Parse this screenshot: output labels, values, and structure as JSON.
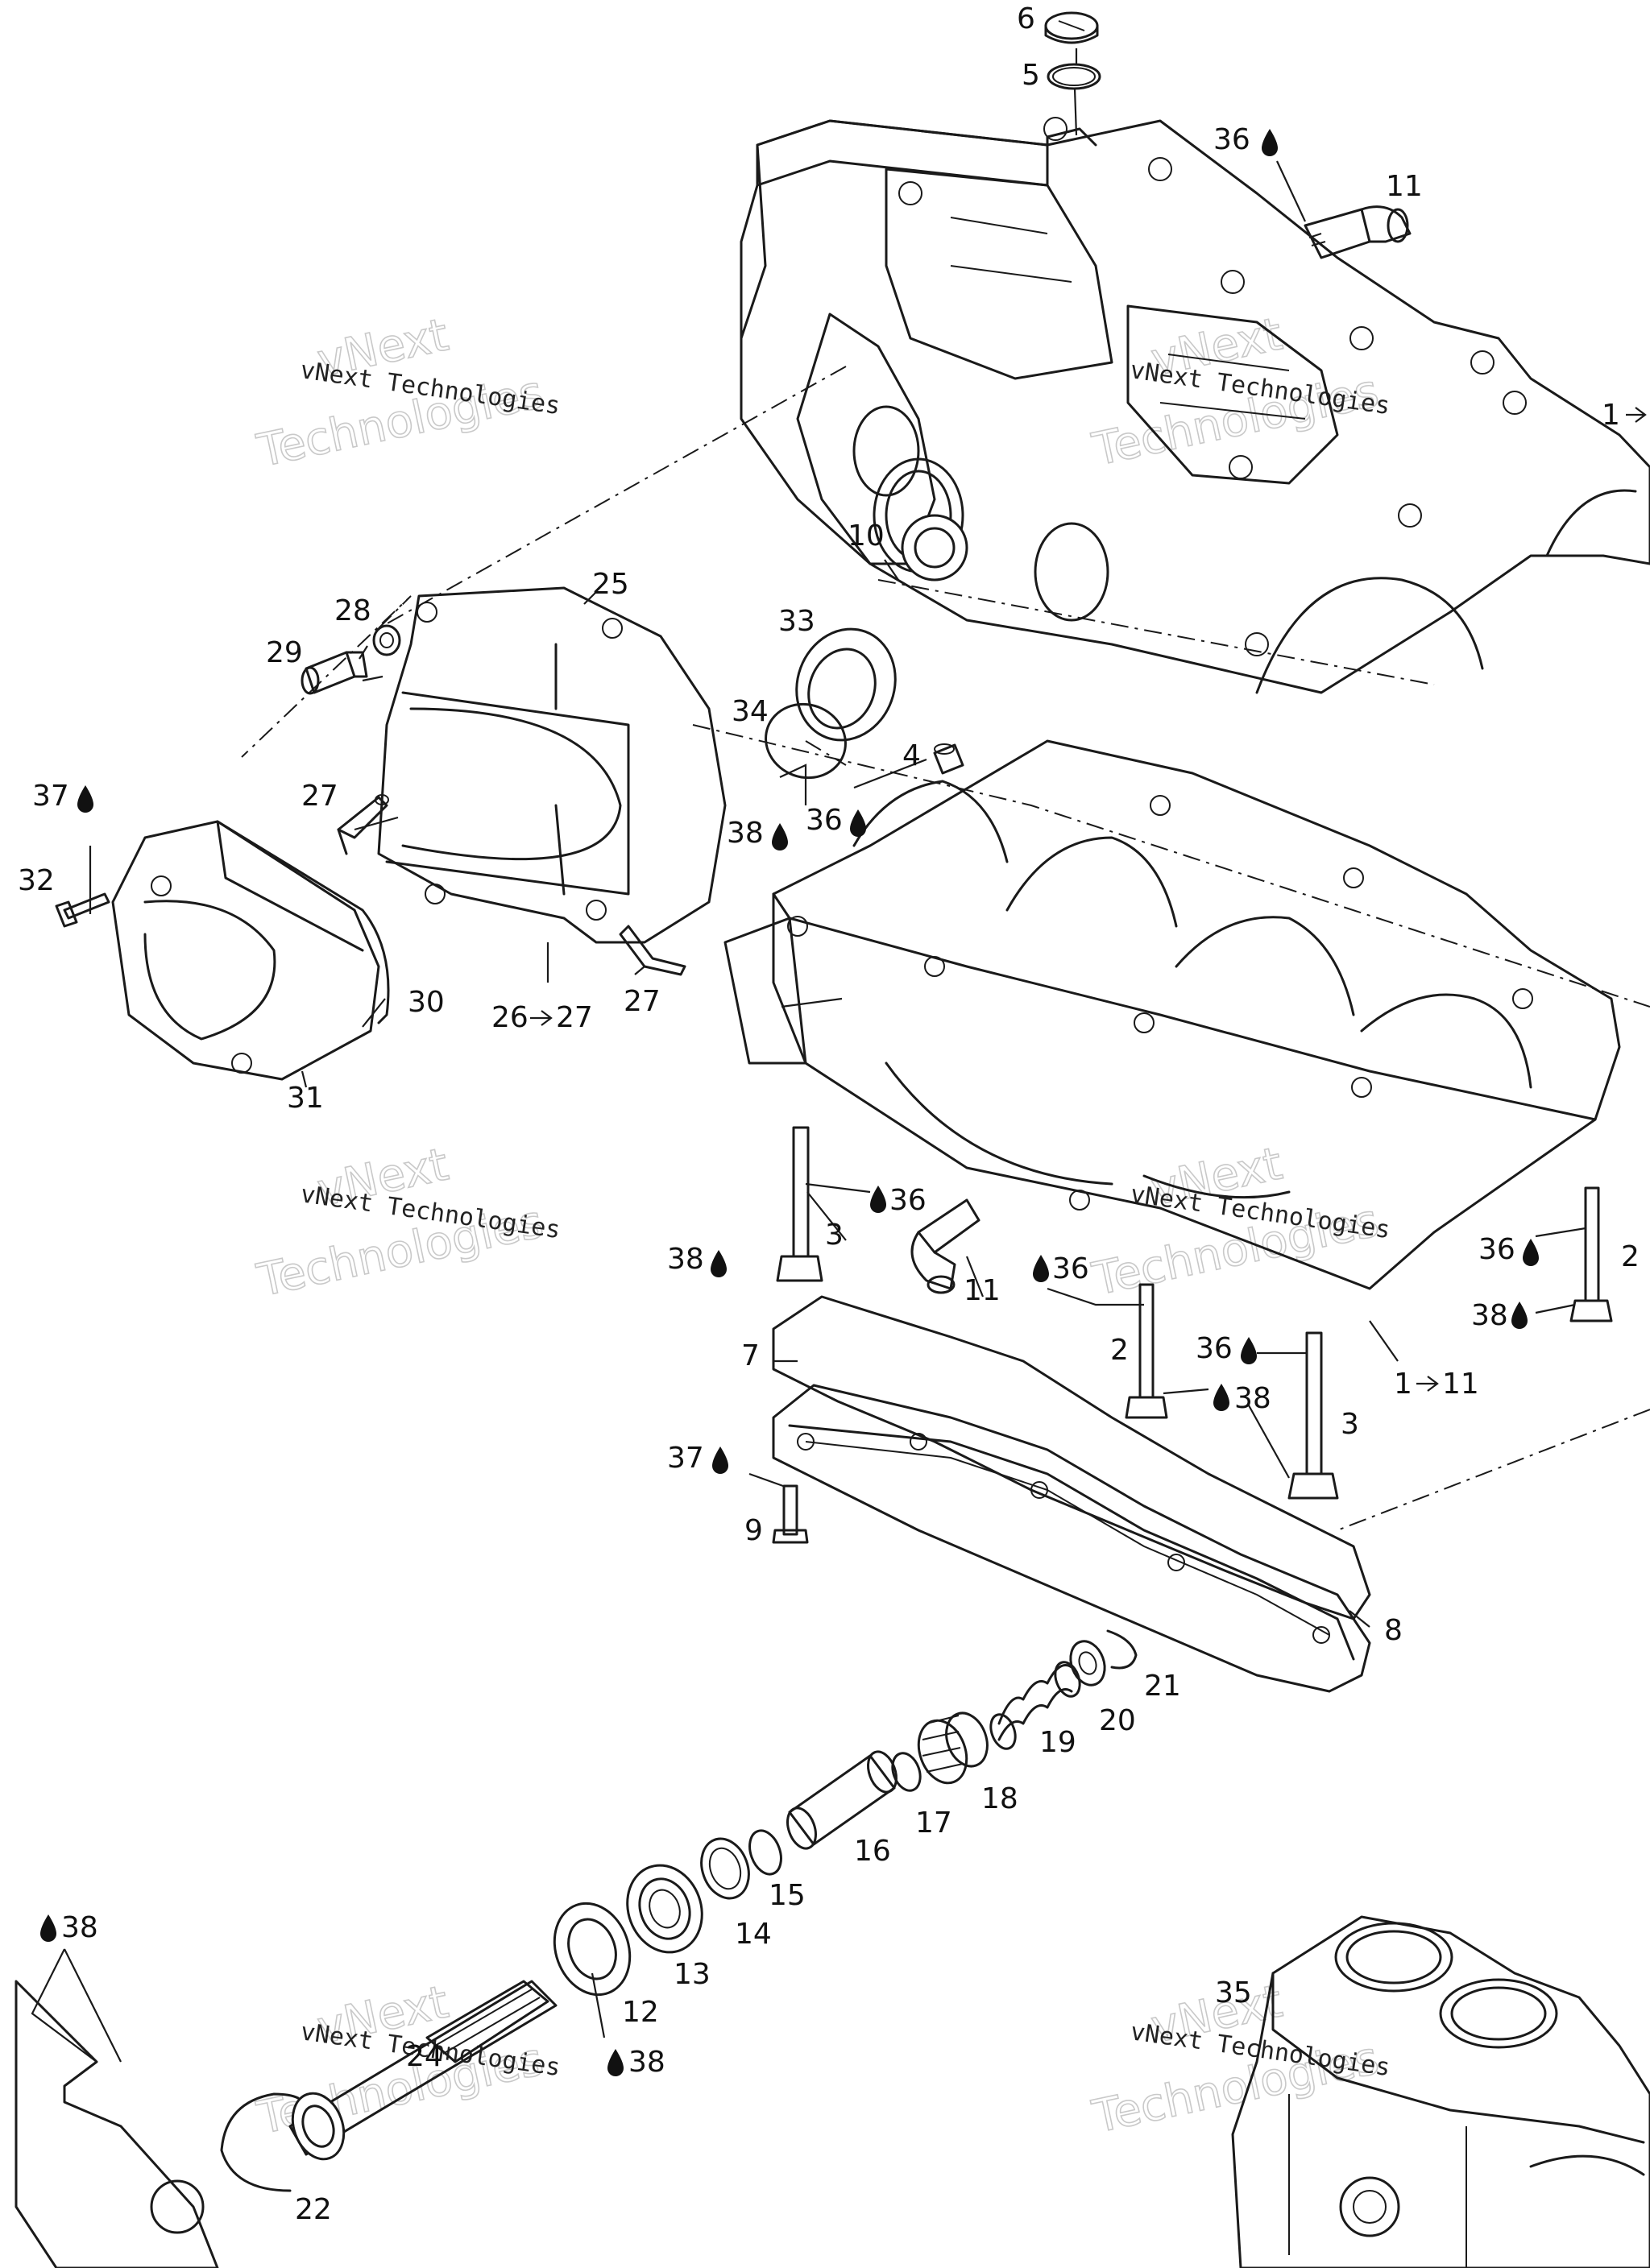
{
  "watermark": {
    "line_small": "vNext Technologies",
    "line_big_1": "vNext",
    "line_big_2": "Technologies"
  },
  "callouts": [
    {
      "id": "c6",
      "text": "6"
    },
    {
      "id": "c5",
      "text": "5"
    },
    {
      "id": "c36a",
      "text": "36"
    },
    {
      "id": "c11a",
      "text": "11"
    },
    {
      "id": "c1a",
      "text": "1"
    },
    {
      "id": "c10",
      "text": "10"
    },
    {
      "id": "c25",
      "text": "25"
    },
    {
      "id": "c28",
      "text": "28"
    },
    {
      "id": "c29",
      "text": "29"
    },
    {
      "id": "c33",
      "text": "33"
    },
    {
      "id": "c34",
      "text": "34"
    },
    {
      "id": "c4",
      "text": "4"
    },
    {
      "id": "c37a",
      "text": "37"
    },
    {
      "id": "c27a",
      "text": "27"
    },
    {
      "id": "c38a",
      "text": "38"
    },
    {
      "id": "c36b",
      "text": "36"
    },
    {
      "id": "c32",
      "text": "32"
    },
    {
      "id": "c30",
      "text": "30"
    },
    {
      "id": "c27b",
      "text": "27"
    },
    {
      "id": "c26",
      "text": "26"
    },
    {
      "id": "c26b",
      "text": "27"
    },
    {
      "id": "c31",
      "text": "31"
    },
    {
      "id": "c36c",
      "text": "36"
    },
    {
      "id": "c3a",
      "text": "3"
    },
    {
      "id": "c38b",
      "text": "38"
    },
    {
      "id": "c11b",
      "text": "11"
    },
    {
      "id": "c36d",
      "text": "36"
    },
    {
      "id": "c36e",
      "text": "36"
    },
    {
      "id": "c2a",
      "text": "2"
    },
    {
      "id": "c38c",
      "text": "38"
    },
    {
      "id": "c7",
      "text": "7"
    },
    {
      "id": "c2b",
      "text": "2"
    },
    {
      "id": "c36f",
      "text": "36"
    },
    {
      "id": "c38d",
      "text": "38"
    },
    {
      "id": "c1b",
      "text": "1"
    },
    {
      "id": "c1c",
      "text": "11"
    },
    {
      "id": "c3b",
      "text": "3"
    },
    {
      "id": "c37b",
      "text": "37"
    },
    {
      "id": "c9",
      "text": "9"
    },
    {
      "id": "c8",
      "text": "8"
    },
    {
      "id": "c21",
      "text": "21"
    },
    {
      "id": "c20",
      "text": "20"
    },
    {
      "id": "c19",
      "text": "19"
    },
    {
      "id": "c18",
      "text": "18"
    },
    {
      "id": "c17",
      "text": "17"
    },
    {
      "id": "c16",
      "text": "16"
    },
    {
      "id": "c15",
      "text": "15"
    },
    {
      "id": "c14",
      "text": "14"
    },
    {
      "id": "c13",
      "text": "13"
    },
    {
      "id": "c12",
      "text": "12"
    },
    {
      "id": "c38e",
      "text": "38"
    },
    {
      "id": "c38f",
      "text": "38"
    },
    {
      "id": "c24",
      "text": "24"
    },
    {
      "id": "c22",
      "text": "22"
    },
    {
      "id": "c35",
      "text": "35"
    }
  ]
}
